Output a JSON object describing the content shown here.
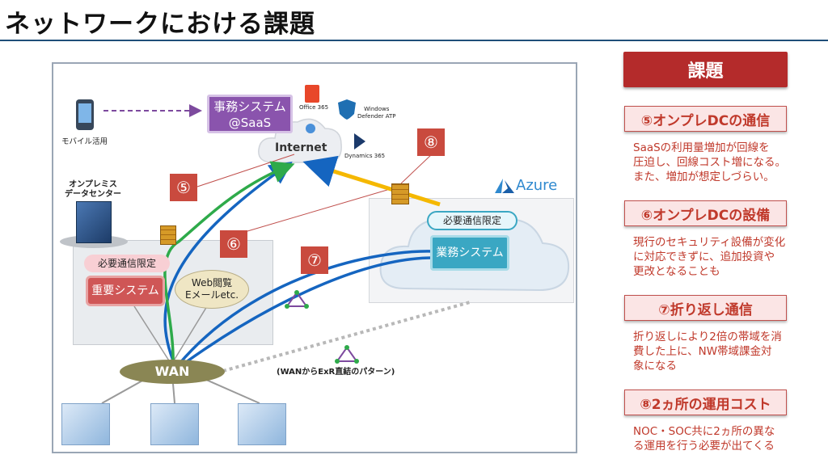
{
  "page": {
    "title": "ネットワークにおける課題"
  },
  "diagram": {
    "mobile_label": "モバイル活用",
    "saas_line1": "事務システム",
    "saas_line2": "@SaaS",
    "office365": "Office 365",
    "defender_line1": "Windows",
    "defender_line2": "Defender ATP",
    "dynamics365": "Dynamics 365",
    "internet": "Internet",
    "onprem_line1": "オンプレミス",
    "onprem_line2": "データセンター",
    "azure": "Azure",
    "restricted": "必要通信限定",
    "restricted_azure": "必要通信限定",
    "core_system": "重要システム",
    "web_line1": "Web閲覧",
    "web_line2": "Eメールetc.",
    "business_system": "業務システム",
    "wan": "WAN",
    "exr_label": "(WANからExR直結のパターン)",
    "num5": "⑤",
    "num6": "⑥",
    "num7": "⑦",
    "num8": "⑧"
  },
  "issues": {
    "header": "課題",
    "items": [
      {
        "title": "⑤オンプレDCの通信",
        "desc": [
          "SaaSの利用量増加が回線を",
          "圧迫し、回線コスト増になる。",
          "また、増加が想定しづらい。"
        ]
      },
      {
        "title": "⑥オンプレDCの設備",
        "desc": [
          "現行のセキュリティ設備が変化",
          "に対応できずに、追加投資や",
          "更改となることも"
        ]
      },
      {
        "title": "⑦折り返し通信",
        "desc": [
          "折り返しにより2倍の帯域を消",
          "費した上に、NW帯域課金対",
          "象になる"
        ]
      },
      {
        "title": "⑧2ヵ所の運用コスト",
        "desc": [
          "NOC・SOC共に2ヵ所の異な",
          "る運用を行う必要が出てくる"
        ]
      }
    ]
  },
  "colors": {
    "title_rule": "#1f4e79",
    "issue_red": "#b42b2b",
    "issue_text": "#c0392b",
    "saas_purple": "#7d4a9e",
    "azure_teal": "#3aa7c3",
    "route_blue": "#1565c0",
    "route_green": "#2eaa4a",
    "arrow_yellow": "#f5b800",
    "wan_olive": "#8a8654"
  }
}
